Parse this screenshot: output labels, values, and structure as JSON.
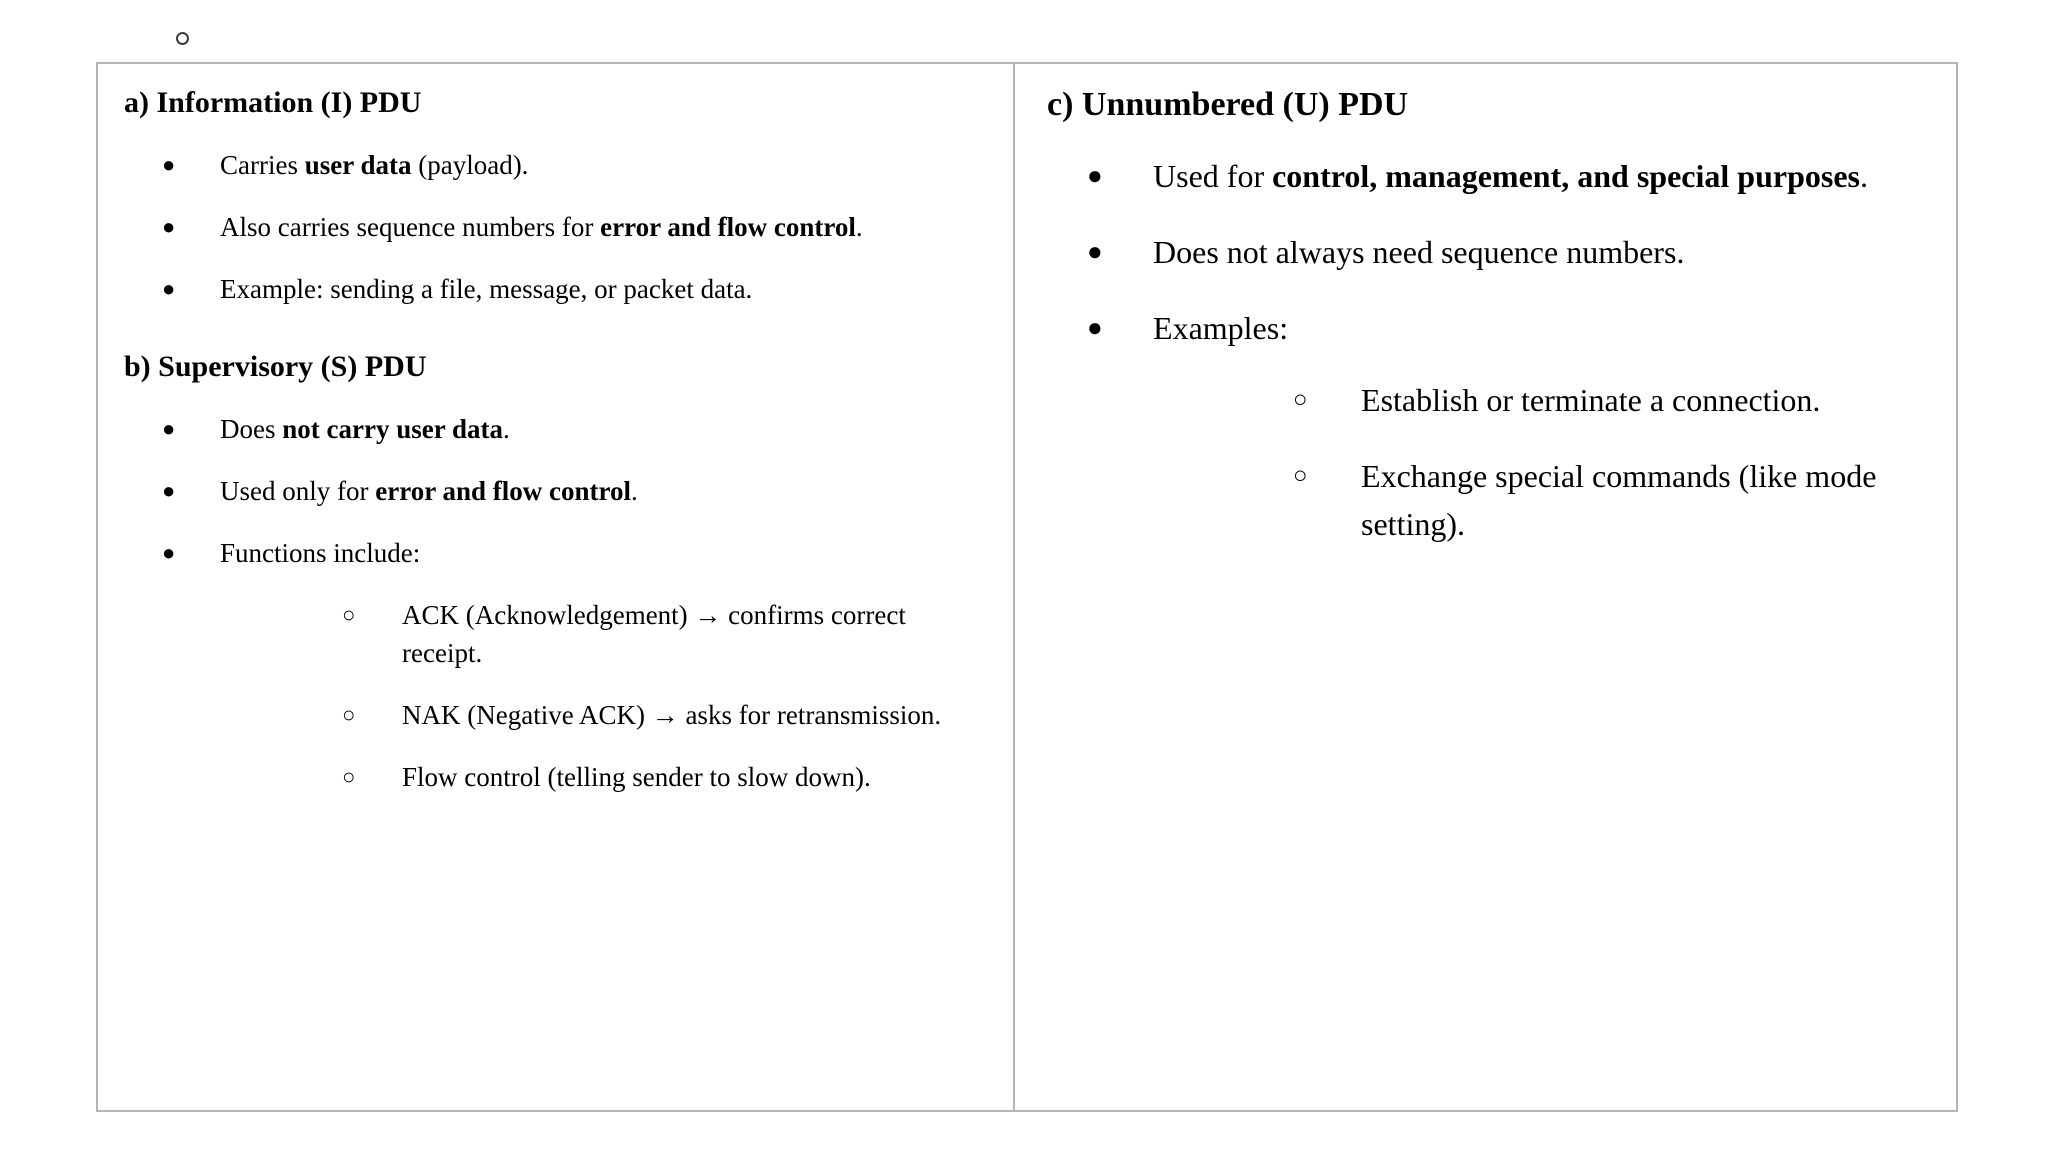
{
  "document": {
    "orphan_bullet_marker": "○",
    "table": {
      "left_column": {
        "sections": [
          {
            "heading": "a) Information (I) PDU",
            "bullets": [
              {
                "marker": "●",
                "runs": [
                  {
                    "text": "Carries ",
                    "bold": false
                  },
                  {
                    "text": "user data",
                    "bold": true
                  },
                  {
                    "text": " (payload).",
                    "bold": false
                  }
                ]
              },
              {
                "marker": "●",
                "runs": [
                  {
                    "text": "Also carries sequence numbers for ",
                    "bold": false
                  },
                  {
                    "text": "error and flow control",
                    "bold": true
                  },
                  {
                    "text": ".",
                    "bold": false
                  }
                ]
              },
              {
                "marker": "●",
                "runs": [
                  {
                    "text": "Example: sending a file, message, or packet data.",
                    "bold": false
                  }
                ]
              }
            ]
          },
          {
            "heading": "b) Supervisory (S) PDU",
            "bullets": [
              {
                "marker": "●",
                "runs": [
                  {
                    "text": "Does ",
                    "bold": false
                  },
                  {
                    "text": "not carry user data",
                    "bold": true
                  },
                  {
                    "text": ".",
                    "bold": false
                  }
                ]
              },
              {
                "marker": "●",
                "runs": [
                  {
                    "text": "Used only for ",
                    "bold": false
                  },
                  {
                    "text": "error and flow control",
                    "bold": true
                  },
                  {
                    "text": ".",
                    "bold": false
                  }
                ]
              },
              {
                "marker": "●",
                "runs": [
                  {
                    "text": "Functions include:",
                    "bold": false
                  }
                ],
                "sub_bullets": [
                  {
                    "marker": "○",
                    "runs": [
                      {
                        "text": "ACK (Acknowledgement) → confirms correct receipt.",
                        "bold": false
                      }
                    ]
                  },
                  {
                    "marker": "○",
                    "runs": [
                      {
                        "text": "NAK (Negative ACK) → asks for retransmission.",
                        "bold": false
                      }
                    ]
                  },
                  {
                    "marker": "○",
                    "runs": [
                      {
                        "text": "Flow control (telling sender to slow down).",
                        "bold": false
                      }
                    ]
                  }
                ]
              }
            ]
          }
        ]
      },
      "right_column": {
        "sections": [
          {
            "heading": "c) Unnumbered (U) PDU",
            "bullets": [
              {
                "marker": "●",
                "runs": [
                  {
                    "text": "Used for ",
                    "bold": false
                  },
                  {
                    "text": "control, management, and special purposes",
                    "bold": true
                  },
                  {
                    "text": ".",
                    "bold": false
                  }
                ]
              },
              {
                "marker": "●",
                "runs": [
                  {
                    "text": "Does not always need sequence numbers.",
                    "bold": false
                  }
                ]
              },
              {
                "marker": "●",
                "runs": [
                  {
                    "text": "Examples:",
                    "bold": false
                  }
                ],
                "sub_bullets": [
                  {
                    "marker": "○",
                    "runs": [
                      {
                        "text": "Establish or terminate a connection.",
                        "bold": false
                      }
                    ]
                  },
                  {
                    "marker": "○",
                    "runs": [
                      {
                        "text": "Exchange special commands (like mode setting).",
                        "bold": false
                      }
                    ]
                  }
                ]
              }
            ]
          }
        ]
      }
    }
  },
  "colors": {
    "page_background": "#ffffff",
    "text": "#000000",
    "table_border": "#b4b4b4"
  }
}
